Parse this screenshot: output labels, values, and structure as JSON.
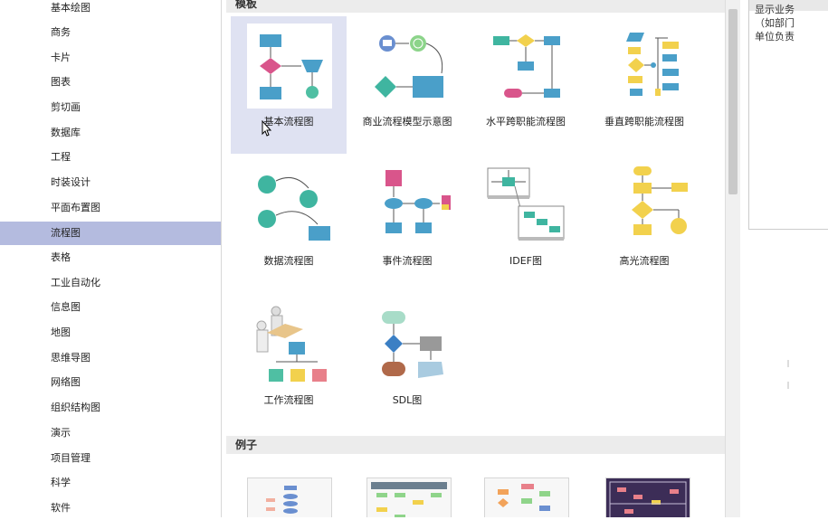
{
  "sidebar": {
    "items": [
      "基本绘图",
      "商务",
      "卡片",
      "图表",
      "剪切画",
      "数据库",
      "工程",
      "时装设计",
      "平面布置图",
      "流程图",
      "表格",
      "工业自动化",
      "信息图",
      "地图",
      "思维导图",
      "网络图",
      "组织结构图",
      "演示",
      "项目管理",
      "科学",
      "软件"
    ],
    "selected": "流程图"
  },
  "main": {
    "templates_header": "模板",
    "examples_header": "例子",
    "templates": [
      {
        "label": "基本流程图"
      },
      {
        "label": "商业流程模型示意图"
      },
      {
        "label": "水平跨职能流程图"
      },
      {
        "label": "垂直跨职能流程图"
      },
      {
        "label": "数据流程图"
      },
      {
        "label": "事件流程图"
      },
      {
        "label": "IDEF图"
      },
      {
        "label": "高光流程图"
      },
      {
        "label": "工作流程图"
      },
      {
        "label": "SDL图"
      }
    ],
    "selected_template": "基本流程图"
  },
  "right_panel": {
    "lines": [
      "显示业务",
      "（如部门",
      "单位负责"
    ]
  },
  "colors": {
    "selection": "#b4bbdf",
    "tile_selection": "#dfe2f2",
    "blue_shape": "#4a9fc9",
    "teal_shape": "#4fbfa3",
    "pink_shape": "#d9558b",
    "yellow_shape": "#f2d14d"
  }
}
